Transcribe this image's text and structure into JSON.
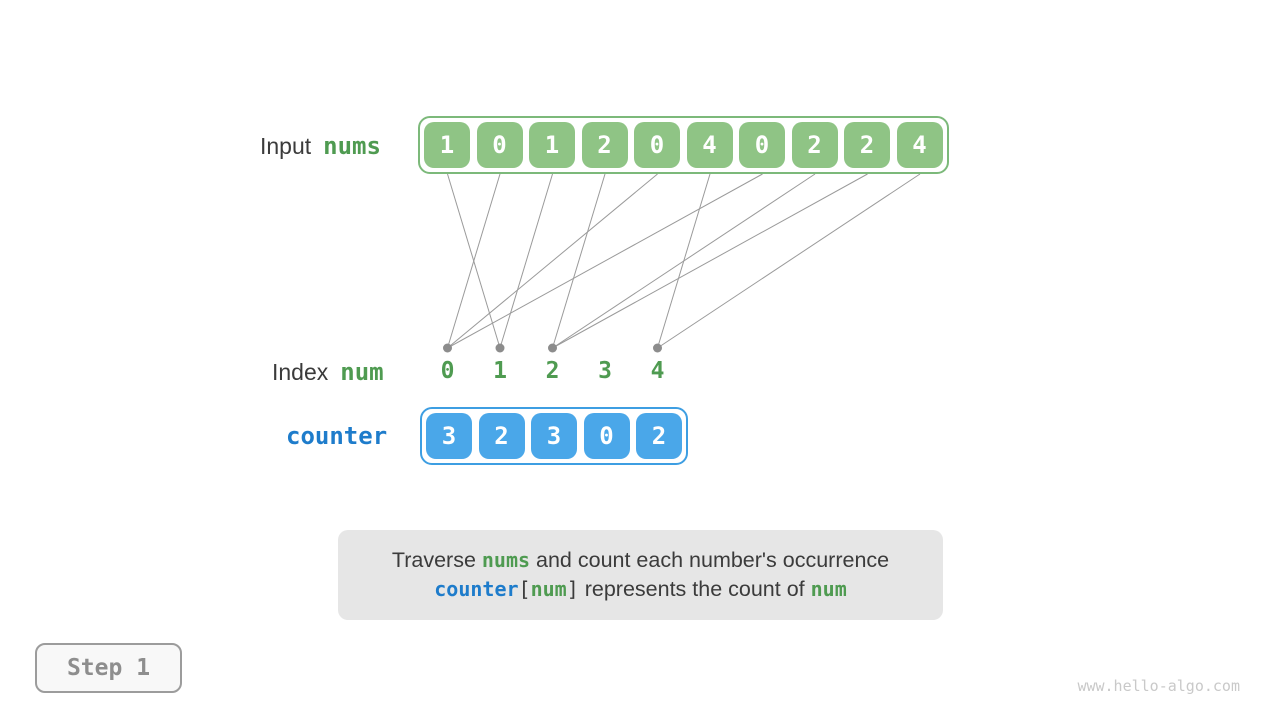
{
  "labels": {
    "input": "Input",
    "input_var": "nums",
    "index": "Index",
    "index_var": "num",
    "counter_var": "counter"
  },
  "arrays": {
    "nums": [
      1,
      0,
      1,
      2,
      0,
      4,
      0,
      2,
      2,
      4
    ],
    "index_values": [
      0,
      1,
      2,
      3,
      4
    ],
    "counter": [
      3,
      2,
      3,
      0,
      2
    ]
  },
  "caption": {
    "line1": [
      {
        "text": "Traverse ",
        "style": "sans"
      },
      {
        "text": "nums",
        "style": "mono-green"
      },
      {
        "text": " and count each number's occurrence",
        "style": "sans"
      }
    ],
    "line2": [
      {
        "text": "counter",
        "style": "mono-blue"
      },
      {
        "text": "[",
        "style": "mono-plain"
      },
      {
        "text": "num",
        "style": "mono-green"
      },
      {
        "text": "]",
        "style": "mono-plain"
      },
      {
        "text": " represents the count of ",
        "style": "sans"
      },
      {
        "text": "num",
        "style": "mono-green"
      }
    ]
  },
  "step_badge": "Step 1",
  "watermark": "www.hello-algo.com",
  "colors": {
    "green_fill": "#8FC485",
    "green_border": "#7CB97A",
    "green_text": "#4F9B51",
    "blue_fill": "#4AA7E9",
    "blue_border": "#3D9EE2",
    "blue_text": "#1E7CCB",
    "dark_text": "#3B3B3B",
    "line_gray": "#9A9A9A",
    "dot_gray": "#8C8C8C",
    "caption_bg": "#E6E6E6",
    "step_border": "#9C9C9C",
    "step_bg": "#F8F8F8",
    "step_text": "#8E8E8E",
    "watermark": "#C9C9C9"
  }
}
